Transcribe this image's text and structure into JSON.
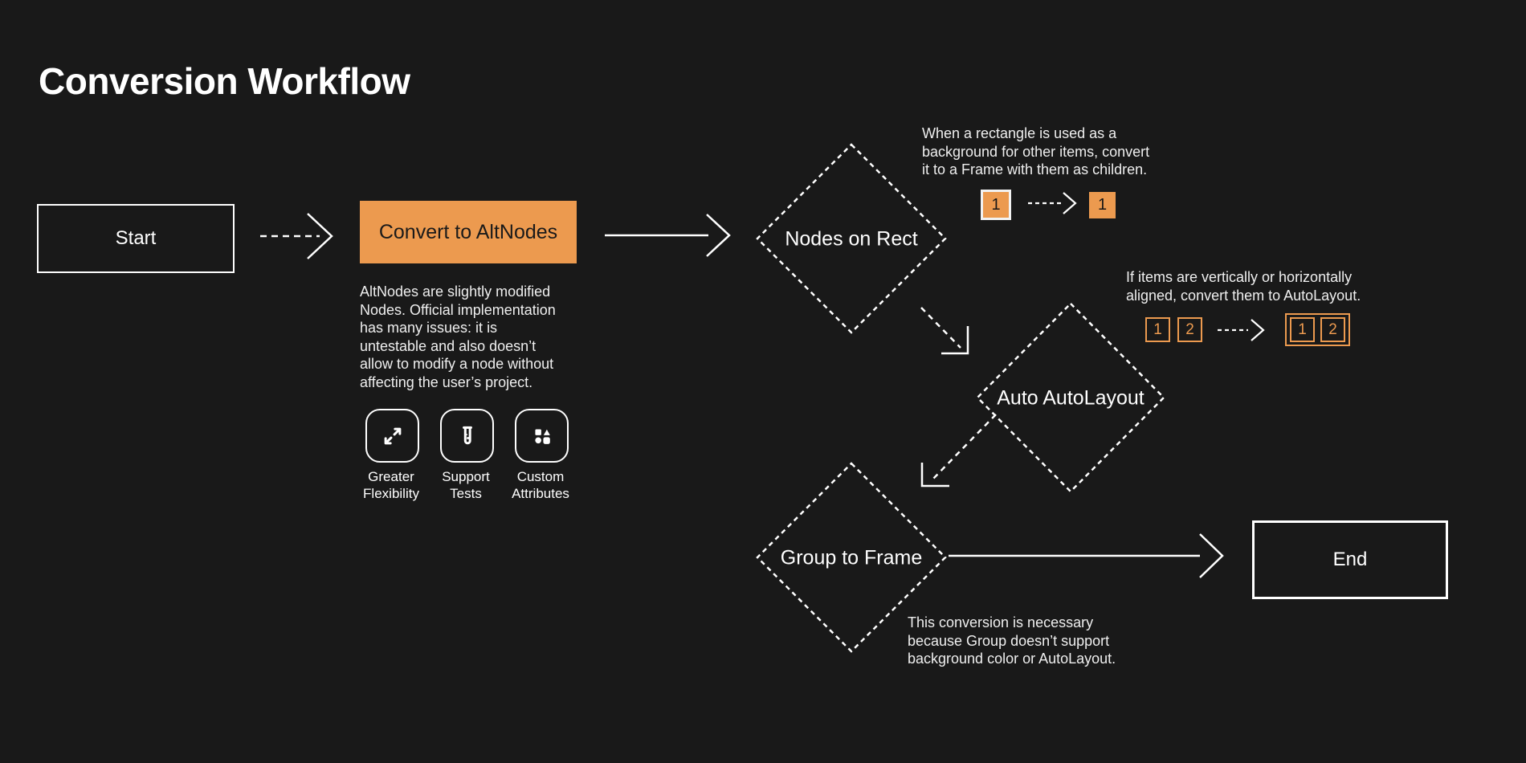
{
  "title": "Conversion Workflow",
  "colors": {
    "background": "#191919",
    "accent_orange": "#EC9A4F",
    "line_white": "#FFFFFF",
    "process_text": "#1A1A1A"
  },
  "flow": {
    "start_label": "Start",
    "convert_label": "Convert to AltNodes",
    "end_label": "End",
    "diamond_nodes_on_rect": "Nodes on Rect",
    "diamond_auto_autolayout": "Auto AutoLayout",
    "diamond_group_to_frame": "Group to Frame"
  },
  "altnodes_note": "AltNodes are slightly modified\nNodes. Official implementation\nhas many issues: it is\nuntestable and also doesn’t\nallow to modify a node without\naffecting the user’s project.",
  "features": [
    {
      "icon": "expand-icon",
      "label": "Greater\nFlexibility"
    },
    {
      "icon": "test-tube-icon",
      "label": "Support\nTests"
    },
    {
      "icon": "shapes-icon",
      "label": "Custom\nAttributes"
    }
  ],
  "annotations": {
    "nodes_on_rect": {
      "text": "When a rectangle is used as a\nbackground for other items, convert\nit to a Frame with them as children.",
      "before_label": "1",
      "after_label": "1"
    },
    "auto_autolayout": {
      "text": "If items are vertically or horizontally\naligned, convert them to AutoLayout.",
      "before_labels": [
        "1",
        "2"
      ],
      "after_labels": [
        "1",
        "2"
      ]
    },
    "group_to_frame": {
      "text": "This conversion is necessary\nbecause Group doesn’t support\nbackground color or AutoLayout."
    }
  }
}
